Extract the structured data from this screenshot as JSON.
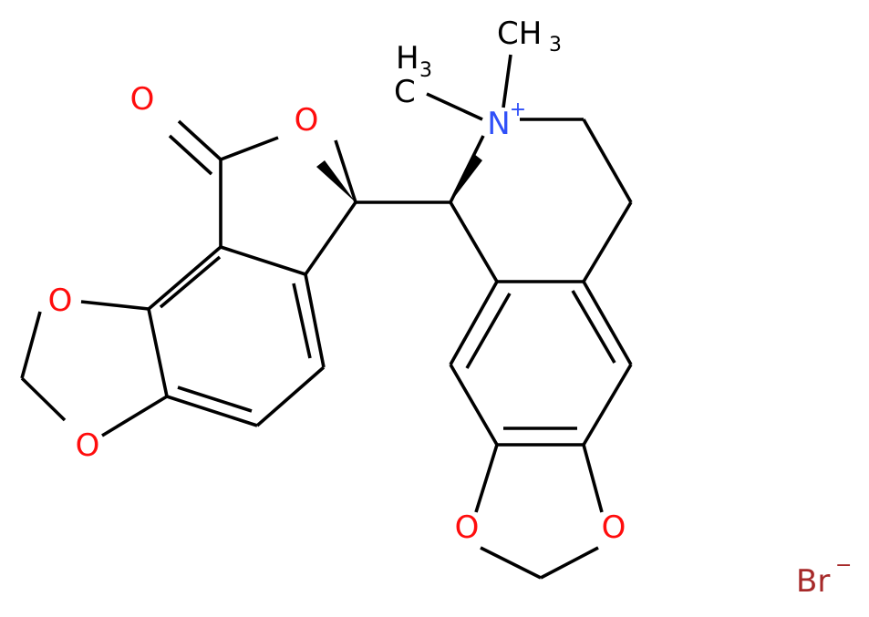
{
  "atoms": {
    "carbonyl_o": "O",
    "ring_o": "O",
    "dioxole_left_top": "O",
    "dioxole_left_bottom": "O",
    "dioxole_right_left": "O",
    "dioxole_right_right": "O",
    "nitrogen": "N",
    "nitrogen_charge": "+",
    "methyl_top": "CH",
    "methyl_top_sub": "3",
    "methyl_left": "H",
    "methyl_left_sub": "3",
    "methyl_left_c": "C",
    "counterion": "Br",
    "counterion_charge": "−"
  },
  "colors": {
    "bond": "#000000",
    "oxygen": "#ff0d0d",
    "nitrogen": "#3050f8",
    "bromine": "#a62929",
    "carbon": "#000000"
  }
}
